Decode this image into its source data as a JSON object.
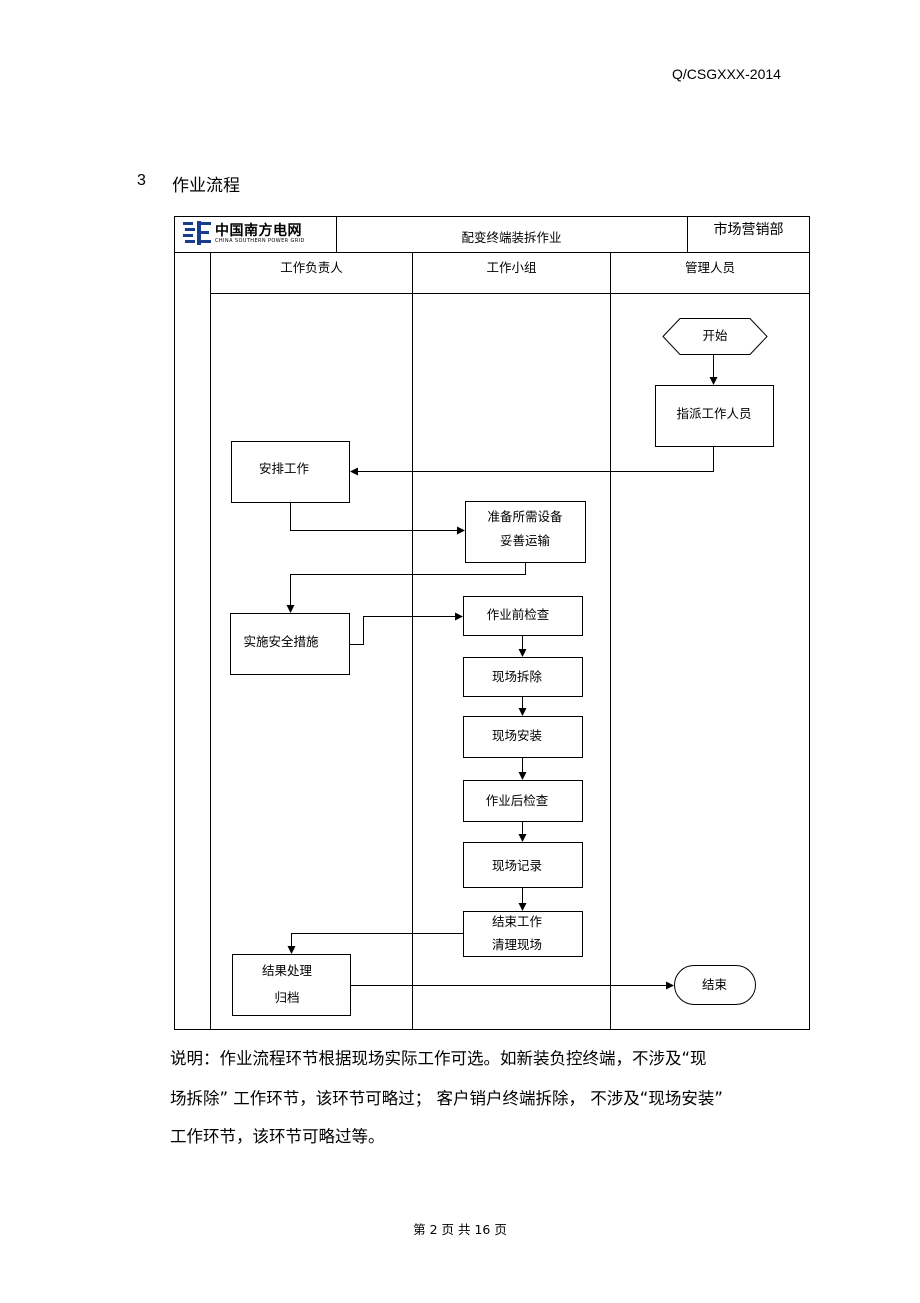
{
  "header": {
    "doc_code": "Q/CSGXXX-2014"
  },
  "section": {
    "number": "3",
    "title": "作业流程"
  },
  "flow": {
    "logo_cn": "中国南方电网",
    "logo_en": "CHINA SOUTHERN POWER GRID",
    "title": "配变终端装拆作业",
    "department": "市场营销部",
    "lanes": [
      "工作负责人",
      "工作小组",
      "管理人员"
    ],
    "nodes": {
      "start": "开始",
      "assign": "指派工作人员",
      "arrange": "安排工作",
      "prepare1": "准备所需设备",
      "prepare2": "妥善运输",
      "safety": "实施安全措施",
      "precheck": "作业前检查",
      "remove": "现场拆除",
      "install": "现场安装",
      "postcheck": "作业后检查",
      "record": "现场记录",
      "finish1": "结束工作",
      "finish2": "清理现场",
      "archive1": "结果处理",
      "archive2": "归档",
      "end": "结束"
    }
  },
  "note": {
    "line1": "说明：作业流程环节根据现场实际工作可选。如新装负控终端，不涉及“现",
    "line2": "场拆除”  工作环节，该环节可略过；  客户销户终端拆除，  不涉及“现场安装”",
    "line3": "工作环节，该环节可略过等。"
  },
  "footer": {
    "page": "第 2  页  共 16  页"
  }
}
